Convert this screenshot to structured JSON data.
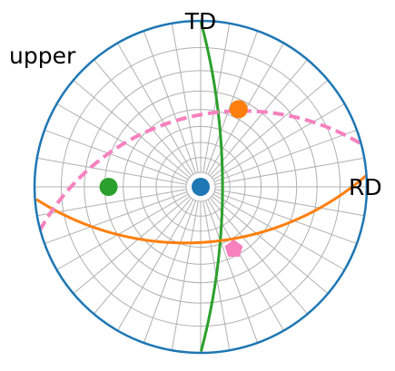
{
  "labels": {
    "top": "TD",
    "right": "RD",
    "upper": "upper"
  },
  "colors": {
    "primitive": "#1f77b4",
    "grid": "#b0b0b0",
    "circle_orange": "#ff7f0e",
    "circle_green": "#2ca02c",
    "circle_pink": "#f781bf"
  },
  "grid": {
    "latitude_step_deg": 10,
    "longitude_step_deg": 10
  },
  "great_circles": [
    {
      "name": "green-great-circle",
      "pole": {
        "azimuth_deg": 180,
        "polar_deg": 75
      },
      "color": "#2ca02c",
      "style": "solid"
    },
    {
      "name": "orange-great-circle",
      "pole": {
        "azimuth_deg": 94,
        "polar_deg": 53
      },
      "color": "#ff7f0e",
      "style": "solid"
    },
    {
      "name": "pink-great-circle",
      "pole": {
        "azimuth_deg": 285,
        "polar_deg": 44
      },
      "color": "#f781bf",
      "style": "dashed"
    }
  ],
  "poles": [
    {
      "name": "center-pole-marker",
      "azimuth_deg": 0,
      "polar_deg": 0,
      "color": "#1f77b4",
      "shape": "circle"
    },
    {
      "name": "orange-pole-marker",
      "azimuth_deg": 64,
      "polar_deg": 55,
      "color": "#ff7f0e",
      "shape": "circle"
    },
    {
      "name": "green-pole-marker",
      "azimuth_deg": 180,
      "polar_deg": 58,
      "color": "#2ca02c",
      "shape": "circle"
    },
    {
      "name": "pink-pole-marker",
      "azimuth_deg": 298,
      "polar_deg": 46,
      "color": "#f781bf",
      "shape": "pentagon"
    }
  ]
}
